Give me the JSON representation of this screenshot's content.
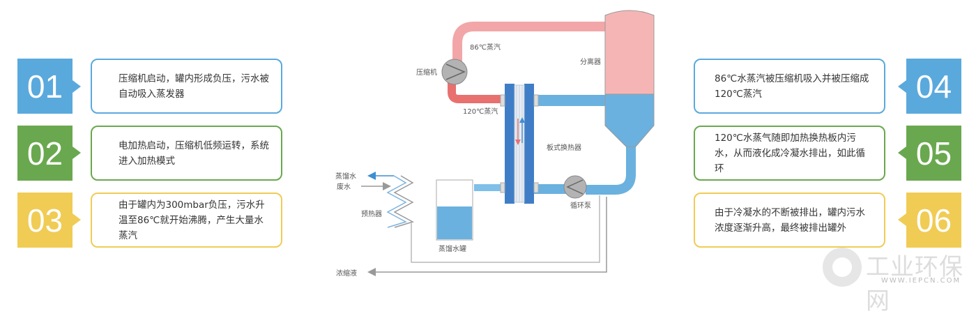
{
  "steps": [
    {
      "num": "01",
      "text": "压缩机启动，罐内形成负压，污水被自动吸入蒸发器",
      "color": "#5aa9dd"
    },
    {
      "num": "02",
      "text": "电加热启动，压缩机低频运转，系统进入加热模式",
      "color": "#6aa84f"
    },
    {
      "num": "03",
      "text": "由于罐内为300mbar负压，污水升温至86℃就开始沸腾，产生大量水蒸汽",
      "color": "#f0cc55"
    },
    {
      "num": "04",
      "text": "86℃水蒸汽被压缩机吸入并被压缩成120℃蒸汽",
      "color": "#5aa9dd"
    },
    {
      "num": "05",
      "text": "120℃水蒸气随即加热换热板内污水，从而液化成冷凝水排出，如此循环",
      "color": "#6aa84f"
    },
    {
      "num": "06",
      "text": "由于冷凝水的不断被排出，罐内污水浓度逐渐升高，最终被排出罐外",
      "color": "#f0cc55"
    }
  ],
  "diagram": {
    "vapor86": "86℃蒸汽",
    "compressor": "压缩机",
    "separator": "分离器",
    "vapor120": "120℃蒸汽",
    "plate_hx": "板式换热器",
    "distilled_out": "蒸馏水",
    "waste_in": "废水",
    "preheater": "预热器",
    "pump": "循环泵",
    "distilled_tank": "蒸馏水罐",
    "concentrate": "浓缩液"
  },
  "watermark": {
    "name": "工业环保网",
    "url": "WWW.IEPCN.COM"
  }
}
